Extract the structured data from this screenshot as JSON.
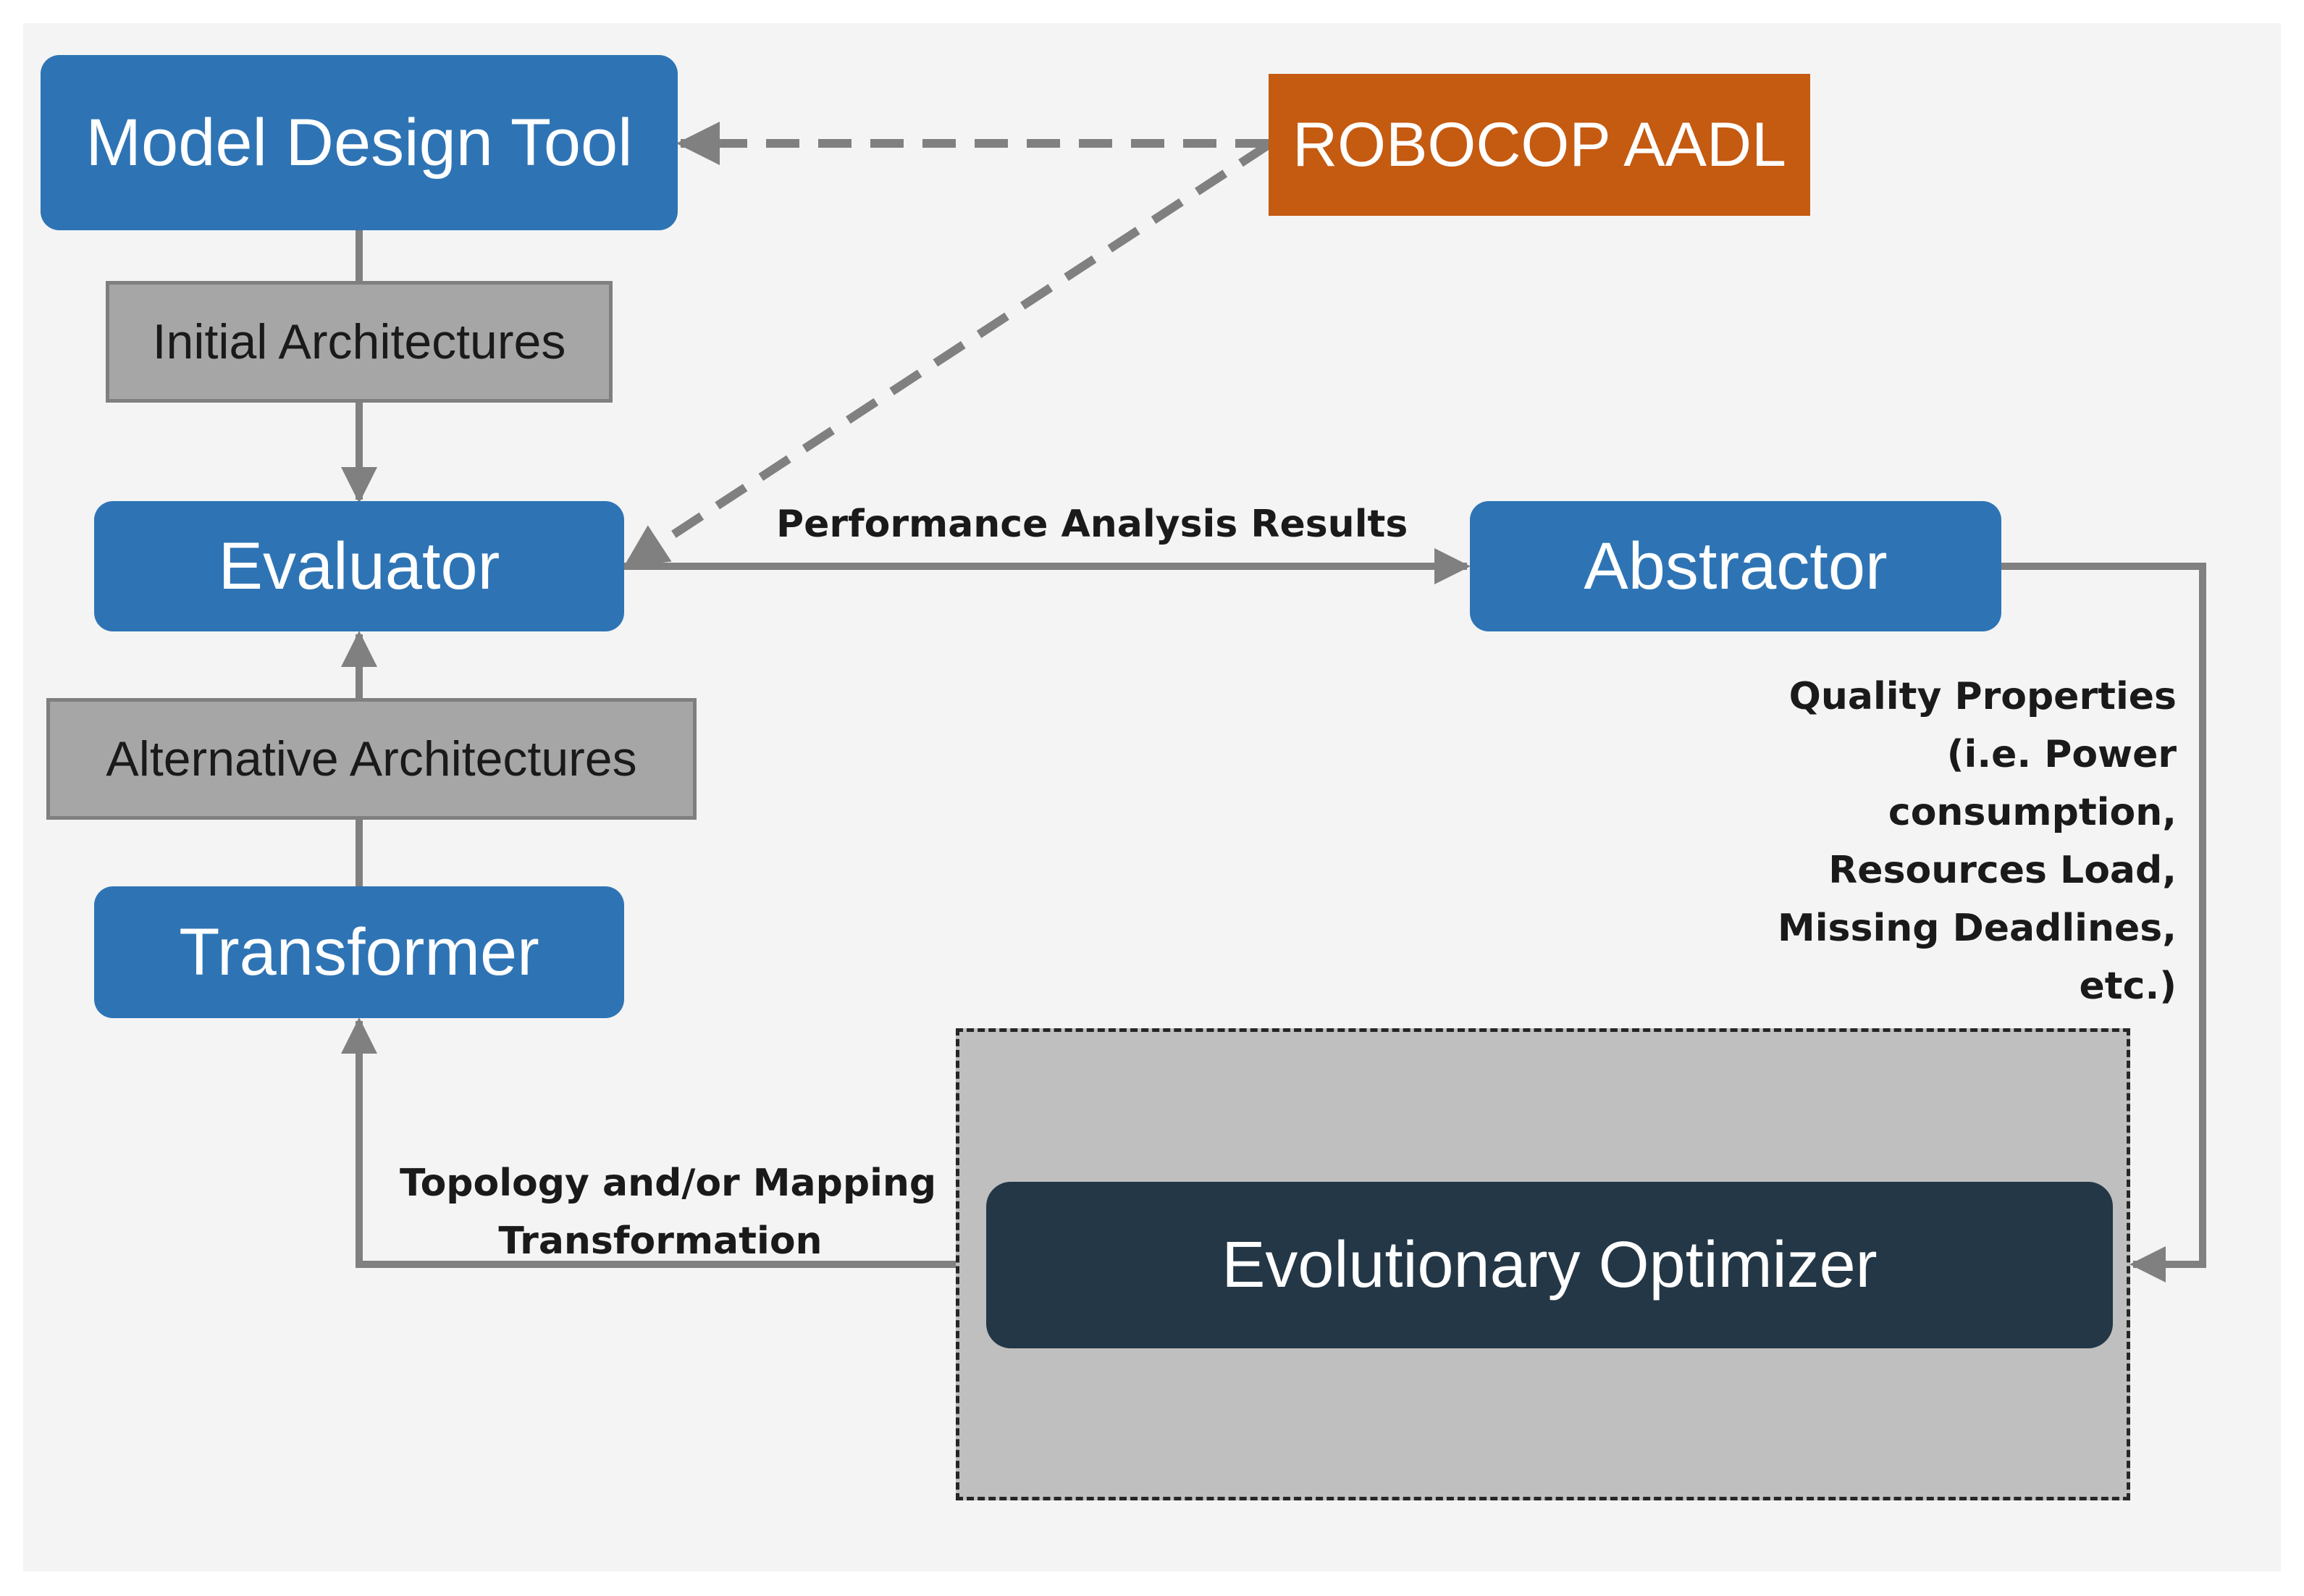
{
  "nodes": {
    "model_design_tool": "Model Design Tool",
    "robocop_aadl": "ROBOCOP AADL",
    "initial_architectures": "Initial Architectures",
    "evaluator": "Evaluator",
    "abstractor": "Abstractor",
    "alternative_architectures": "Alternative Architectures",
    "transformer": "Transformer",
    "evolutionary_optimizer": "Evolutionary Optimizer"
  },
  "edge_labels": {
    "performance_analysis_results": "Performance Analysis Results",
    "quality_properties": [
      "Quality Properties",
      "(i.e. Power",
      "consumption,",
      "Resources Load,",
      "Missing Deadlines,",
      "etc.)"
    ],
    "topology_mapping": [
      "Topology and/or Mapping",
      "Transformation"
    ]
  },
  "colors": {
    "block_blue": "#2e74b5",
    "block_orange": "#c55a11",
    "block_gray": "#a6a6a6",
    "block_dark": "#243746",
    "arrow_gray": "#808080",
    "background": "#f4f4f4"
  }
}
